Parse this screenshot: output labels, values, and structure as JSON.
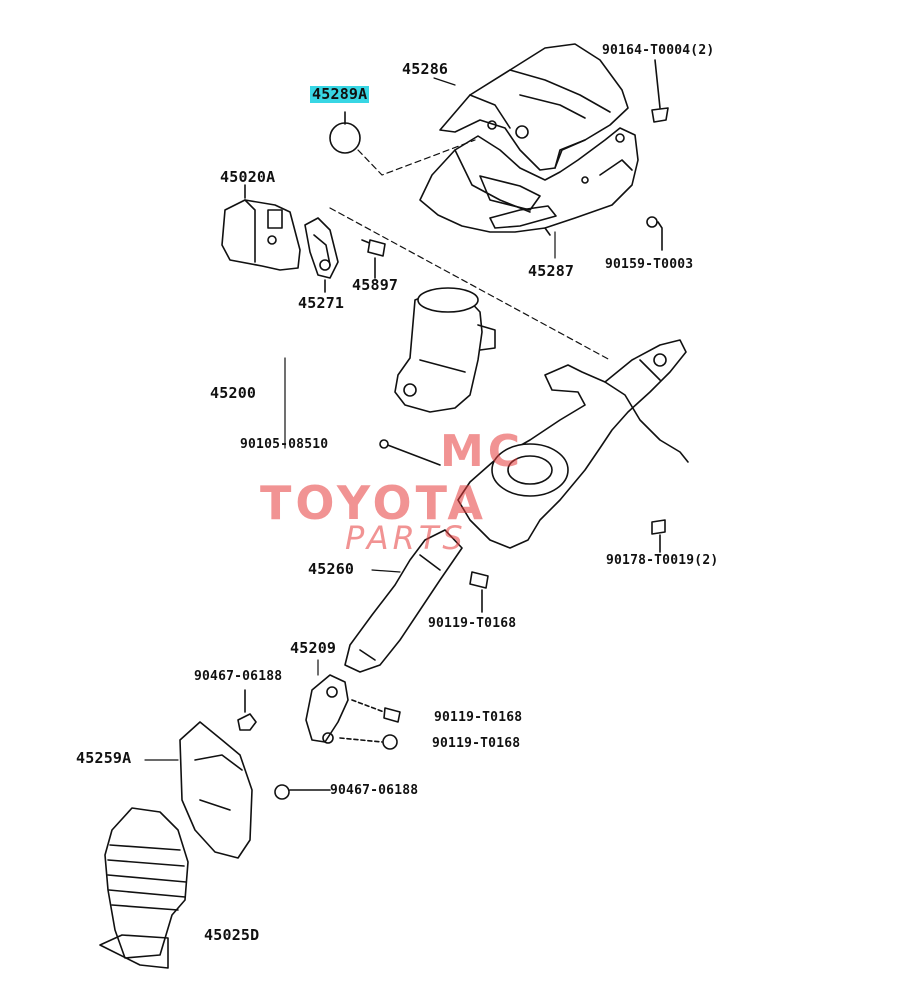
{
  "diagram": {
    "labels": {
      "p45289a": "45289A",
      "p45286": "45286",
      "p90164": "90164-T0004(2)",
      "p45020a": "45020A",
      "p45271": "45271",
      "p45897": "45897",
      "p45287": "45287",
      "p90159": "90159-T0003",
      "p45200": "45200",
      "p90105": "90105-08510",
      "p90178": "90178-T0019(2)",
      "p45260": "45260",
      "p90119a": "90119-T0168",
      "p45209": "45209",
      "p90467a": "90467-06188",
      "p90119b": "90119-T0168",
      "p90119c": "90119-T0168",
      "p45259a": "45259A",
      "p90467b": "90467-06188",
      "p45025d": "45025D"
    },
    "highlighted_part": "45289A",
    "highlight_color": "#38d6e4",
    "line_color": "#111111"
  },
  "watermark": {
    "line1": "MC",
    "line2": "TOYOTA",
    "line3": "PARTS",
    "color": "#e63b3b"
  }
}
